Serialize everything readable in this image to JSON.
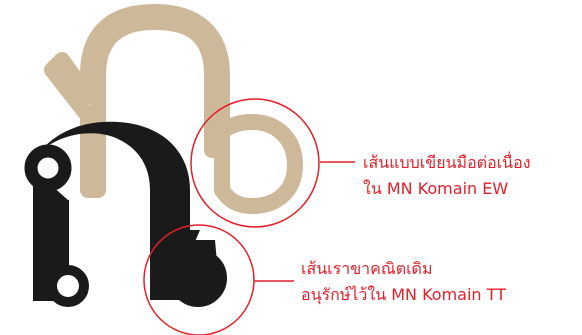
{
  "colors": {
    "beige_glyph": "#CDB89A",
    "black_glyph": "#1A1A1A",
    "accent_red": "#E4202A"
  },
  "annotations": {
    "top": {
      "line1": "เส้นแบบเขียนมือต่อเนื่อง",
      "line2": "ใน MN Komain EW"
    },
    "bottom": {
      "line1": "เส้นเราขาคณิตเดิม",
      "line2": "อนุรักษ์ไว้ใน MN Komain TT"
    }
  }
}
